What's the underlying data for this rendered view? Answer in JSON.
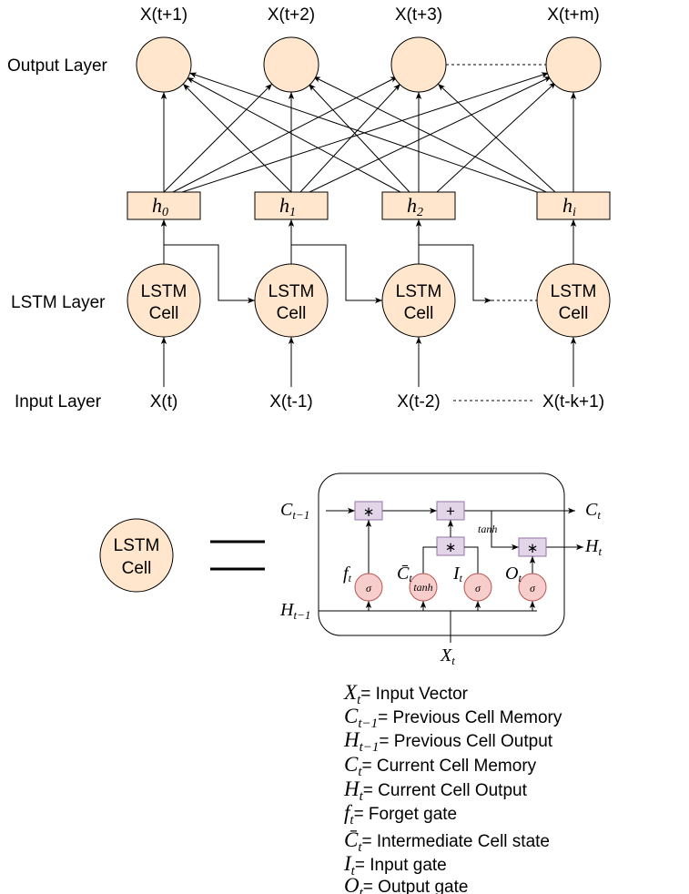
{
  "layers": {
    "output_label": "Output Layer",
    "lstm_label": "LSTM Layer",
    "input_label": "Input Layer"
  },
  "outputs": [
    "X(t+1)",
    "X(t+2)",
    "X(t+3)",
    "X(t+m)"
  ],
  "hidden": [
    {
      "base": "h",
      "sub": "0"
    },
    {
      "base": "h",
      "sub": "1"
    },
    {
      "base": "h",
      "sub": "2"
    },
    {
      "base": "h",
      "sub": "i"
    }
  ],
  "cells": [
    {
      "line1": "LSTM",
      "line2": "Cell"
    },
    {
      "line1": "LSTM",
      "line2": "Cell"
    },
    {
      "line1": "LSTM",
      "line2": "Cell"
    },
    {
      "line1": "LSTM",
      "line2": "Cell"
    }
  ],
  "inputs": [
    "X(t)",
    "X(t-1)",
    "X(t-2)",
    "X(t-k+1)"
  ],
  "detail": {
    "cell": {
      "line1": "LSTM",
      "line2": "Cell"
    },
    "c_prev": {
      "base": "C",
      "sub": "t−1"
    },
    "c_cur": {
      "base": "C",
      "sub": "t"
    },
    "h_prev": {
      "base": "H",
      "sub": "t−1"
    },
    "h_cur": {
      "base": "H",
      "sub": "t"
    },
    "x_in": {
      "base": "X",
      "sub": "t"
    },
    "tanh_label": "tanh",
    "mult_symbol": "∗",
    "plus_symbol": "+",
    "sigma_symbol": "σ",
    "gates": [
      {
        "base": "f",
        "sub": "t",
        "symbol": "σ"
      },
      {
        "base": "C̄",
        "sub": "t",
        "symbol": "tanh"
      },
      {
        "base": "I",
        "sub": "t",
        "symbol": "σ"
      },
      {
        "base": "O",
        "sub": "t",
        "symbol": "σ"
      }
    ]
  },
  "legend": [
    {
      "base": "X",
      "sub": "t",
      "text": "= Input Vector"
    },
    {
      "base": "C",
      "sub": "t−1",
      "text": "= Previous Cell Memory"
    },
    {
      "base": "H",
      "sub": "t−1",
      "text": "= Previous Cell Output"
    },
    {
      "base": "C",
      "sub": "t",
      "text": "= Current Cell Memory"
    },
    {
      "base": "H",
      "sub": "t",
      "text": "= Current Cell Output"
    },
    {
      "base": "f",
      "sub": "t",
      "text": "= Forget gate"
    },
    {
      "base": "C̄",
      "sub": "t",
      "text": "= Intermediate Cell state"
    },
    {
      "base": "I",
      "sub": "t",
      "text": "= Input gate"
    },
    {
      "base": "O",
      "sub": "t",
      "text": "= Output gate"
    }
  ]
}
